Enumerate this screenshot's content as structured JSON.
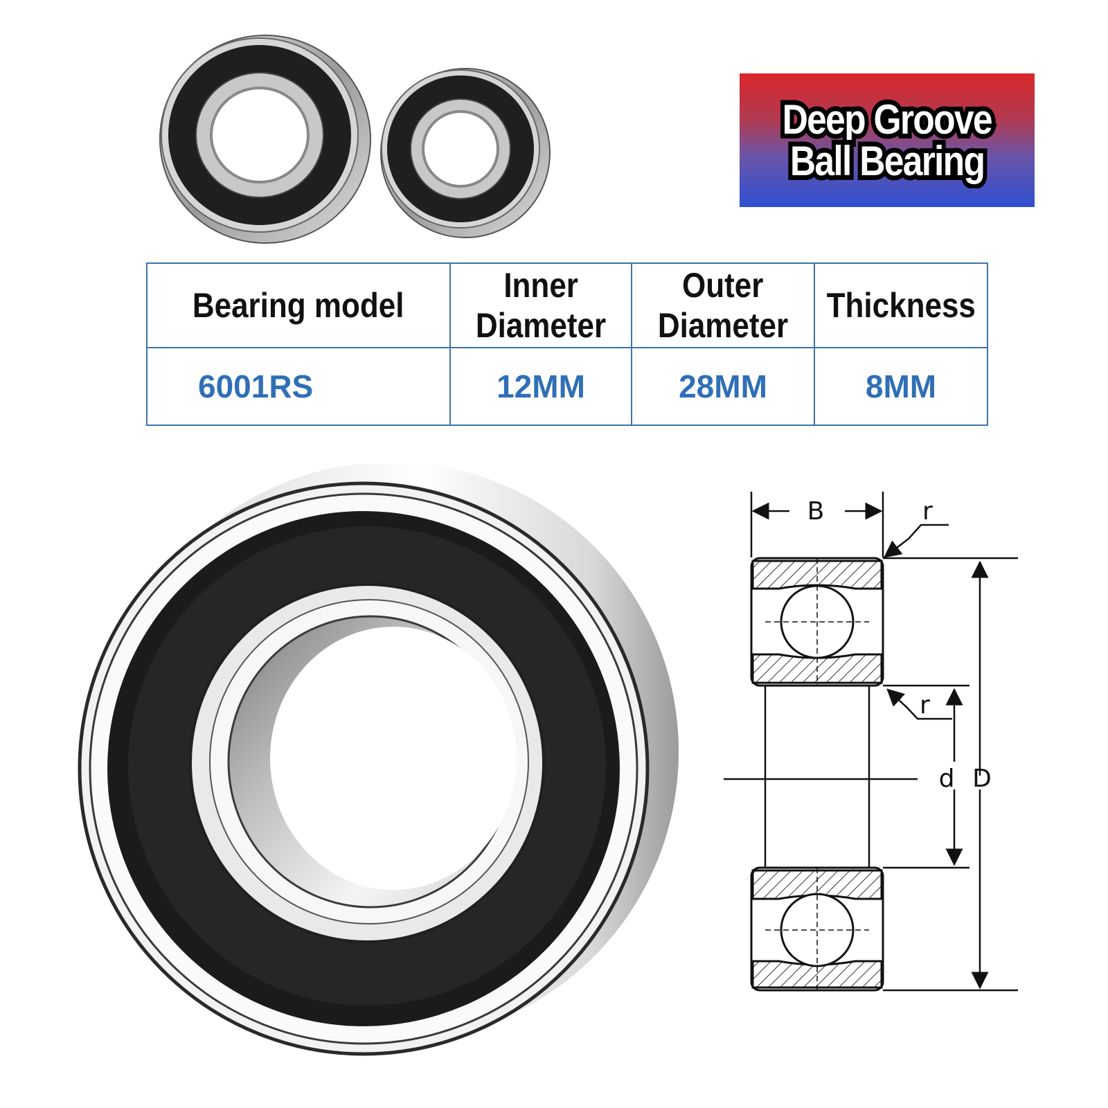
{
  "banner": {
    "line1": "Deep Groove",
    "line2": "Ball Bearing",
    "colors": {
      "top": "#d8282b",
      "bottom": "#2e4fd0"
    }
  },
  "table": {
    "headers": {
      "model": "Bearing model",
      "inner_line1": "Inner",
      "inner_line2": "Diameter",
      "outer_line1": "Outer",
      "outer_line2": "Diameter",
      "thickness": "Thickness"
    },
    "row": {
      "model": "6001RS",
      "inner": "12MM",
      "outer": "28MM",
      "thickness": "8MM"
    },
    "colors": {
      "border": "#3f73a8",
      "value": "#2f6fb6"
    }
  },
  "diagram": {
    "width_label": "B",
    "radius_label_top": "r",
    "radius_label_inner": "r",
    "inner_diameter_label": "d",
    "outer_diameter_label": "D"
  },
  "images": {
    "small_bearings": [
      "bearing-large-thumbnail",
      "bearing-small-thumbnail"
    ],
    "main_bearing": "bearing-photo-rubber-sealed"
  }
}
